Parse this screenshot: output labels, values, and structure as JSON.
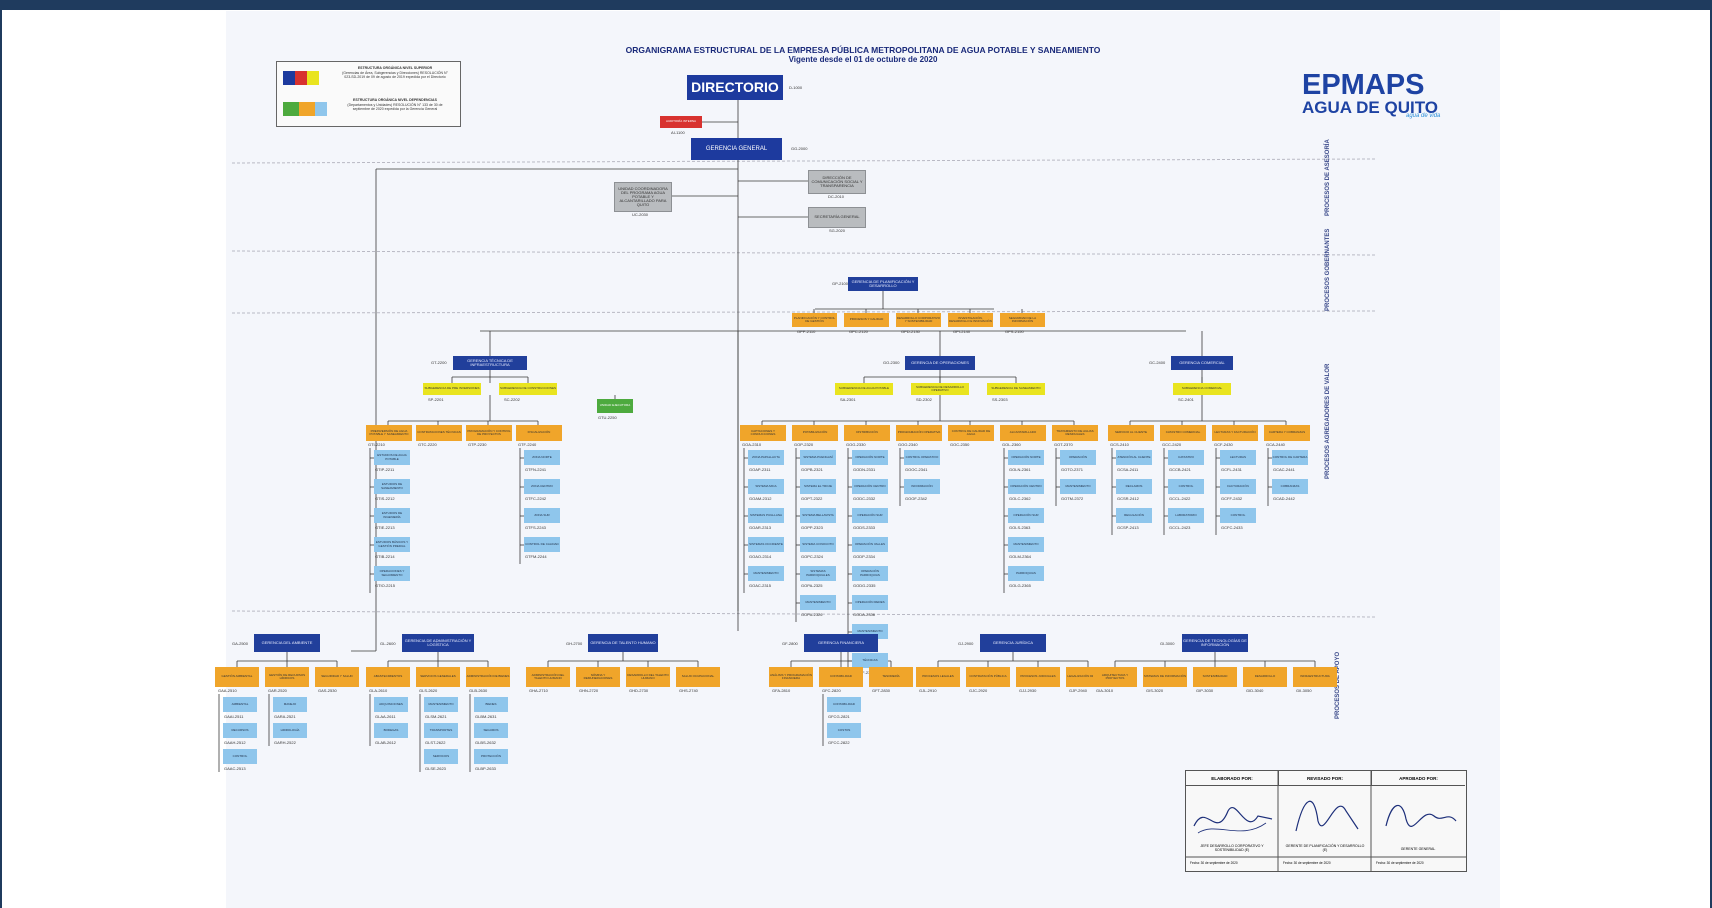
{
  "title": {
    "line1": "ORGANIGRAMA ESTRUCTURAL DE LA EMPRESA PÚBLICA METROPOLITANA DE AGUA POTABLE Y SANEAMIENTO",
    "line2": "Vigente desde el 01 de octubre de 2020"
  },
  "logo": {
    "line1": "EPMAPS",
    "line2": "AGUA DE QUITO",
    "tagline": "agua de vida"
  },
  "legend": {
    "superior_title": "ESTRUCTURA ORGÁNICA NIVEL SUPERIOR",
    "superior_text": "(Gerencias de Área, Subgerencias y Direcciones) RESOLUCIÓN N° 023-SD-2019 de 09 de agosto de 2019 expedida por el Directorio",
    "dependencias_title": "ESTRUCTURA ORGÁNICA NIVEL DEPENDENCIAS",
    "dependencias_text": "(Departamentos y Unidades) RESOLUCIÓN N° 133 de 30 de septiembre de 2020 expedida por la Gerencia General",
    "colors": {
      "superior": [
        "#1d3a9e",
        "#d8322f",
        "#e9e41f"
      ],
      "dependencias": [
        "#4daa3e",
        "#f0a52a",
        "#8fc6ec"
      ]
    }
  },
  "side_labels": {
    "asesoria": "PROCESOS DE ASESORÍA",
    "gobernantes": "PROCESOS GOBERNANTES",
    "valor": "PROCESOS AGREGADORES DE VALOR",
    "apoyo": "PROCESOS DE APOYO"
  },
  "top": {
    "directorio": "DIRECTORIO",
    "directorio_code": "D-1000",
    "auditoria": "AUDITORÍA INTERNA",
    "auditoria_code": "AI-1100",
    "gerencia_general": "GERENCIA GENERAL",
    "gg_code": "GG-2000",
    "comunicacion": "DIRECCIÓN DE COMUNICACIÓN SOCIAL Y TRANSPARENCIA",
    "comunicacion_code": "DC-2010",
    "secretaria": "SECRETARÍA GENERAL",
    "secretaria_code": "SG-2020",
    "unidad_coord": "UNIDAD COORDINADORA DEL PROGRAMA AGUA POTABLE Y ALCANTARILLADO PARA QUITO",
    "unidad_coord_code": "UC-2030"
  },
  "planificacion": {
    "head": "GERENCIA DE PLANIFICACIÓN Y DESARROLLO",
    "head_code": "GP-2100",
    "units": [
      {
        "label": "PLANIFICACIÓN Y CONTROL DE GESTIÓN",
        "code": "GPP-2110"
      },
      {
        "label": "PROCESOS Y CALIDAD",
        "code": "GPC-2120"
      },
      {
        "label": "DESARROLLO CORPORATIVO Y SOSTENIBILIDAD",
        "code": "GPD-2130"
      },
      {
        "label": "INVESTIGACIÓN, DESARROLLO E INNOVACIÓN",
        "code": "GPI-2140"
      },
      {
        "label": "SEGURIDAD DE LA INFORMACIÓN",
        "code": "GPS-2150"
      }
    ]
  },
  "valor": {
    "tecnica": {
      "label": "GERENCIA TÉCNICA DE INFRAESTRUCTURA",
      "code": "GT-2200",
      "sub": [
        {
          "label": "SUBGERENCIA DE PRE INVERSIONES",
          "code": "SP-2201"
        },
        {
          "label": "SUBGERENCIA DE CONSTRUCCIONES",
          "code": "SC-2202"
        }
      ],
      "green": {
        "label": "UNIDAD EJECUTORA",
        "code": "GTU-2250"
      },
      "cols": [
        {
          "label": "PREINVERSIÓN DE AGUA POTABLE Y SANEAMIENTO",
          "code": "GTI-2210",
          "items": [
            {
              "label": "ESTUDIOS DE AGUA POTABLE",
              "code": "GTIP-2211"
            },
            {
              "label": "ESTUDIOS DE SANEAMIENTO",
              "code": "GTIS-2212"
            },
            {
              "label": "ESTUDIOS DE INGENIERÍA",
              "code": "GTIE-2213"
            },
            {
              "label": "ESTUDIOS BÁSICOS Y GESTIÓN PREDIAL",
              "code": "GTIB-2214"
            },
            {
              "label": "OPERACIONES Y SEGUIMIENTO",
              "code": "GTIO-2215"
            }
          ]
        },
        {
          "label": "CONTRATACIONES TÉCNICAS",
          "code": "GTC-2220",
          "items": []
        },
        {
          "label": "PROGRAMACIÓN Y CONTROL DE PROYECTOS",
          "code": "GTP-2230",
          "items": []
        },
        {
          "label": "FISCALIZACIÓN",
          "code": "GTF-2240",
          "items": [
            {
              "label": "ZONA NORTE",
              "code": "GTFN-2241"
            },
            {
              "label": "ZONA CENTRO",
              "code": "GTFC-2242"
            },
            {
              "label": "ZONA SUR",
              "code": "GTFS-2243"
            },
            {
              "label": "CONTROL DE CALIDAD",
              "code": "GTFM-2244"
            }
          ]
        }
      ]
    },
    "operaciones": {
      "label": "GERENCIA DE OPERACIONES",
      "code": "GO-2300",
      "sub": [
        {
          "label": "SUBGERENCIA DE AGUA POTABLE",
          "code": "SA-2301"
        },
        {
          "label": "SUBGERENCIA DE DESARROLLO OPERATIVO",
          "code": "SD-2302"
        },
        {
          "label": "SUBGERENCIA DE SANEAMIENTO",
          "code": "SS-2303"
        }
      ],
      "cols": [
        {
          "label": "CAPTACIONES Y CONDUCCIONES",
          "code": "GOA-2310",
          "items": [
            {
              "label": "ZONA PAPALLACTA",
              "code": "GOAP-2311"
            },
            {
              "label": "SISTEMA MICA",
              "code": "GOAM-2312"
            },
            {
              "label": "SISTEMAS PUGLLANA",
              "code": "GOAR-2313"
            },
            {
              "label": "SISTEMAS OCCIDENTE",
              "code": "GOAO-2314"
            },
            {
              "label": "MANTENIMIENTO",
              "code": "GOAC-2315"
            }
          ]
        },
        {
          "label": "POTABILIZACIÓN",
          "code": "GOP-2320",
          "items": [
            {
              "label": "SISTEMA PUENGASÍ",
              "code": "GOPB-2321"
            },
            {
              "label": "SISTEMA EL TROJE",
              "code": "GOPT-2322"
            },
            {
              "label": "SISTEMA BELLAVISTA",
              "code": "GOPP-2323"
            },
            {
              "label": "SISTEMA CONOCOTO",
              "code": "GOPC-2324"
            },
            {
              "label": "SISTEMAS PARROQUIALES",
              "code": "GOPA-2325"
            },
            {
              "label": "MANTENIMIENTO",
              "code": "GOPA-2326"
            }
          ]
        },
        {
          "label": "DISTRIBUCIÓN",
          "code": "GOG-2330",
          "items": [
            {
              "label": "OPERACIÓN NORTE",
              "code": "GODN-2331"
            },
            {
              "label": "OPERACIÓN CENTRO",
              "code": "GODC-2332"
            },
            {
              "label": "OPERACIÓN SUR",
              "code": "GODS-2333"
            },
            {
              "label": "OPERACIÓN VALLES",
              "code": "GODP-2334"
            },
            {
              "label": "OPERACIÓN PARROQUIAS",
              "code": "GODG-2335"
            },
            {
              "label": "OPERACIÓN REDES",
              "code": "GODA-2336"
            },
            {
              "label": "MANTENIMIENTO",
              "code": "GODM-2337"
            },
            {
              "label": "TÉCNICAS",
              "code": "GODF-2338"
            }
          ]
        },
        {
          "label": "PROGRAMACIÓN OPERATIVA",
          "code": "GOO-2340",
          "items": [
            {
              "label": "CONTROL OPERATIVO",
              "code": "GOOC-2341"
            },
            {
              "label": "INFORMACIÓN",
              "code": "GOOF-2342"
            }
          ]
        },
        {
          "label": "CONTROL DE CALIDAD DE AGUA",
          "code": "GOC-2350",
          "items": []
        },
        {
          "label": "ALCANTARILLADO",
          "code": "GOL-2360",
          "items": [
            {
              "label": "OPERACIÓN NORTE",
              "code": "GOLN-2361"
            },
            {
              "label": "OPERACIÓN CENTRO",
              "code": "GOLC-2362"
            },
            {
              "label": "OPERACIÓN SUR",
              "code": "GOLS-2363"
            },
            {
              "label": "MANTENIMIENTO",
              "code": "GOLM-2364"
            },
            {
              "label": "PARROQUIAS",
              "code": "GOLG-2365"
            }
          ]
        },
        {
          "label": "TRATAMIENTO DE AGUAS RESIDUALES",
          "code": "GOT-2370",
          "items": [
            {
              "label": "OPERACIÓN",
              "code": "GOTO-2371"
            },
            {
              "label": "MANTENIMIENTO",
              "code": "GOTM-2372"
            }
          ]
        }
      ]
    },
    "comercial": {
      "label": "GERENCIA COMERCIAL",
      "code": "GC-2400",
      "sub": [
        {
          "label": "SUBGERENCIA COMERCIAL",
          "code": "SC-2401"
        }
      ],
      "cols": [
        {
          "label": "SERVICIO AL CLIENTE",
          "code": "GCS-2410",
          "items": [
            {
              "label": "ATENCIÓN AL CLIENTE",
              "code": "GCSA-2411"
            },
            {
              "label": "RECLAMOS",
              "code": "GCSR-2412"
            },
            {
              "label": "REGULACIÓN",
              "code": "GCSP-2413"
            }
          ]
        },
        {
          "label": "CATASTRO COMERCIAL",
          "code": "GCC-2420",
          "items": [
            {
              "label": "CATASTRO",
              "code": "GCCB-2421"
            },
            {
              "label": "CONTROL",
              "code": "GCCL-2422"
            },
            {
              "label": "LABORATORIO",
              "code": "GCCL-2423"
            }
          ]
        },
        {
          "label": "LECTURAS Y FACTURACIÓN",
          "code": "GCF-2430",
          "items": [
            {
              "label": "LECTURAS",
              "code": "GCFL-2431"
            },
            {
              "label": "FACTURACIÓN",
              "code": "GCFF-2432"
            },
            {
              "label": "CONTROL",
              "code": "GCFC-2433"
            }
          ]
        },
        {
          "label": "CARTERA Y COBRANZAS",
          "code": "GCA-2440",
          "items": [
            {
              "label": "CONTROL DE CARTERA",
              "code": "GCAC-2441"
            },
            {
              "label": "COBRANZAS",
              "code": "GCAD-2442"
            }
          ]
        }
      ]
    }
  },
  "apoyo": [
    {
      "label": "GERENCIA DEL AMBIENTE",
      "code": "GA-2500",
      "cols": [
        {
          "label": "GESTIÓN AMBIENTAL",
          "code": "GAA-2510",
          "items": [
            {
              "label": "AMBIENTAL",
              "code": "GAAI-2511"
            },
            {
              "label": "RECURSOS",
              "code": "GAAH-2512"
            },
            {
              "label": "CONTROL",
              "code": "GAAC-2513"
            }
          ]
        },
        {
          "label": "GESTIÓN DE RECURSOS HÍDRICOS",
          "code": "GAR-2520",
          "items": [
            {
              "label": "MANEJO",
              "code": "GARA-2521"
            },
            {
              "label": "HIDROLOGÍA",
              "code": "GARH-2522"
            }
          ]
        },
        {
          "label": "SEGURIDAD Y SALUD",
          "code": "GAS-2530",
          "items": []
        }
      ]
    },
    {
      "label": "GERENCIA DE ADMINISTRACIÓN Y LOGÍSTICA",
      "code": "GL-2600",
      "cols": [
        {
          "label": "ABASTECIMIENTOS",
          "code": "GLA-2610",
          "items": [
            {
              "label": "ADQUISICIONES",
              "code": "GLAA-2611"
            },
            {
              "label": "BODEGAS",
              "code": "GLAB-2612"
            }
          ]
        },
        {
          "label": "SERVICIOS GENERALES",
          "code": "GLS-2620",
          "items": [
            {
              "label": "MANTENIMIENTO",
              "code": "GLSM-2621"
            },
            {
              "label": "TRANSPORTES",
              "code": "GLST-2622"
            },
            {
              "label": "SERVICIOS",
              "code": "GLSE-2623"
            }
          ]
        },
        {
          "label": "ADMINISTRACIÓN DE BIENES",
          "code": "GLB-2630",
          "items": [
            {
              "label": "BIENES",
              "code": "GLBM-2631"
            },
            {
              "label": "SEGUROS",
              "code": "GLBS-2632"
            },
            {
              "label": "PROTECCIÓN",
              "code": "GLBP-2633"
            }
          ]
        }
      ]
    },
    {
      "label": "GERENCIA DE TALENTO HUMANO",
      "code": "GH-2700",
      "cols": [
        {
          "label": "ADMINISTRACIÓN DEL TALENTO HUMANO",
          "code": "GHA-2710",
          "items": []
        },
        {
          "label": "NÓMINA Y REMUNERACIONES",
          "code": "GHN-2720",
          "items": []
        },
        {
          "label": "DESARROLLO DEL TALENTO HUMANO",
          "code": "GHD-2730",
          "items": []
        },
        {
          "label": "SALUD OCUPACIONAL",
          "code": "GHS-2740",
          "items": []
        }
      ]
    },
    {
      "label": "GERENCIA FINANCIERA",
      "code": "GF-2800",
      "cols": [
        {
          "label": "ANÁLISIS Y PROGRAMACIÓN FINANCIERA",
          "code": "GFA-2810",
          "items": []
        },
        {
          "label": "CONTABILIDAD",
          "code": "GFC-2820",
          "items": [
            {
              "label": "CONTABILIDAD",
              "code": "GFCG-2821"
            },
            {
              "label": "COSTOS",
              "code": "GFCC-2822"
            }
          ]
        },
        {
          "label": "TESORERÍA",
          "code": "GFT-2830",
          "items": []
        }
      ]
    },
    {
      "label": "GERENCIA JURÍDICA",
      "code": "GJ-2900",
      "cols": [
        {
          "label": "PROCESOS LEGALES",
          "code": "GJL-2910",
          "items": []
        },
        {
          "label": "CONTRATACIÓN PÚBLICA",
          "code": "GJC-2920",
          "items": []
        },
        {
          "label": "PROCESOS JUDICIALES",
          "code": "GJJ-2930",
          "items": []
        },
        {
          "label": "LEGALIZACIÓN DE PREDIOS",
          "code": "GJP-2940",
          "items": []
        }
      ]
    },
    {
      "label": "GERENCIA DE TECNOLOGÍAS DE INFORMACIÓN",
      "code": "GI-3000",
      "cols": [
        {
          "label": "ARQUITECTURA Y PROYECTOS",
          "code": "GIA-3010",
          "items": []
        },
        {
          "label": "SISTEMAS DE INFORMACIÓN",
          "code": "GIS-3020",
          "items": []
        },
        {
          "label": "SOSTENIBILIDAD",
          "code": "GIP-3030",
          "items": []
        },
        {
          "label": "DESARROLLO",
          "code": "GID-3040",
          "items": []
        },
        {
          "label": "INFRAESTRUCTURA",
          "code": "GII-3050",
          "items": []
        }
      ]
    }
  ],
  "signatures": {
    "elaborado": "ELABORADO POR:",
    "revisado": "REVISADO POR:",
    "aprobado": "APROBADO POR:",
    "role1": "JEFE DESARROLLO CORPORATIVO Y SOSTENIBILIDAD (E)",
    "role2": "GERENTE DE PLANIFICACIÓN Y DESARROLLO (E)",
    "role3": "GERENTE GENERAL",
    "date1": "Fecha: 30 de septiembre de 2020",
    "date2": "Fecha: 30 de septiembre de 2020",
    "date3": "Fecha: 30 de septiembre de 2020"
  }
}
